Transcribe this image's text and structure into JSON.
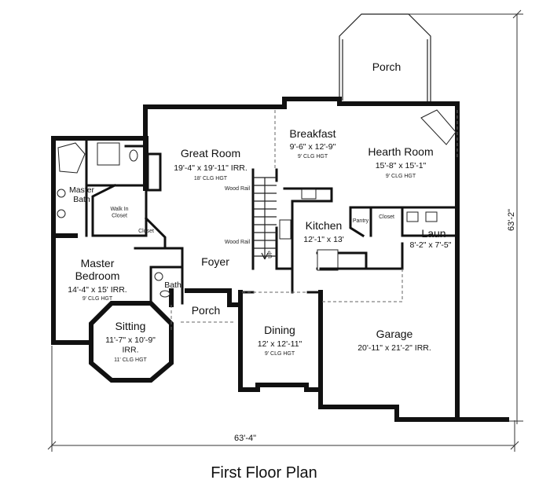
{
  "title": "First Floor Plan",
  "overall_width": "63'-4\"",
  "overall_depth": "63'-2\"",
  "rooms": [
    {
      "id": "porch-top",
      "name": "Porch"
    },
    {
      "id": "breakfast",
      "name": "Breakfast",
      "size": "9'-6\" x 12'-9\"",
      "ceiling": "9' CLG HGT"
    },
    {
      "id": "hearth-room",
      "name": "Hearth Room",
      "size": "15'-8\" x 15'-1\"",
      "ceiling": "9' CLG HGT"
    },
    {
      "id": "great-room",
      "name": "Great Room",
      "size": "19'-4\" x 19'-11\" IRR.",
      "ceiling": "18' CLG HGT"
    },
    {
      "id": "master-bath",
      "name": "Master Bath"
    },
    {
      "id": "walk-in-closet",
      "name": "Walk In Closet"
    },
    {
      "id": "closet-a",
      "name": "Closet"
    },
    {
      "id": "kitchen",
      "name": "Kitchen",
      "size": "12'-1\" x 13'"
    },
    {
      "id": "pantry",
      "name": "Pantry"
    },
    {
      "id": "closet-b",
      "name": "Closet"
    },
    {
      "id": "laundry",
      "name": "Laun",
      "size": "8'-2\" x 7'-5\""
    },
    {
      "id": "master-bedroom",
      "name": "Master Bedroom",
      "size": "14'-4\" x 15' IRR.",
      "ceiling": "9' CLG HGT"
    },
    {
      "id": "foyer",
      "name": "Foyer"
    },
    {
      "id": "bath",
      "name": "Bath"
    },
    {
      "id": "porch-front",
      "name": "Porch"
    },
    {
      "id": "sitting",
      "name": "Sitting",
      "size": "11'-7\" x 10'-9\" IRR.",
      "ceiling": "11' CLG HGT"
    },
    {
      "id": "dining",
      "name": "Dining",
      "size": "12' x 12'-11\"",
      "ceiling": "9' CLG HGT"
    },
    {
      "id": "garage",
      "name": "Garage",
      "size": "20'-11\" x 21'-2\" IRR."
    }
  ],
  "notes": {
    "wood_rail_1": "Wood Rail",
    "wood_rail_2": "Wood Rail",
    "up": "UP"
  }
}
